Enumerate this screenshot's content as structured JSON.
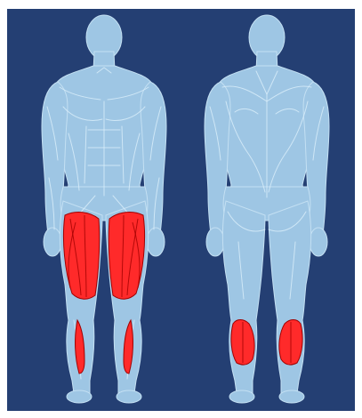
{
  "colors": {
    "background": "#243f73",
    "body": "#9ec6e4",
    "body_outline": "#c4e0f3",
    "muscle_line": "#d7ecf9",
    "shade": "#7fa9cc",
    "highlight": "#ff2a2a",
    "highlight_dark": "#a00000"
  },
  "figures": [
    {
      "name": "front-view",
      "highlighted_muscles": [
        "quadriceps",
        "tibialis-anterior"
      ]
    },
    {
      "name": "back-view",
      "highlighted_muscles": [
        "calves"
      ]
    }
  ]
}
